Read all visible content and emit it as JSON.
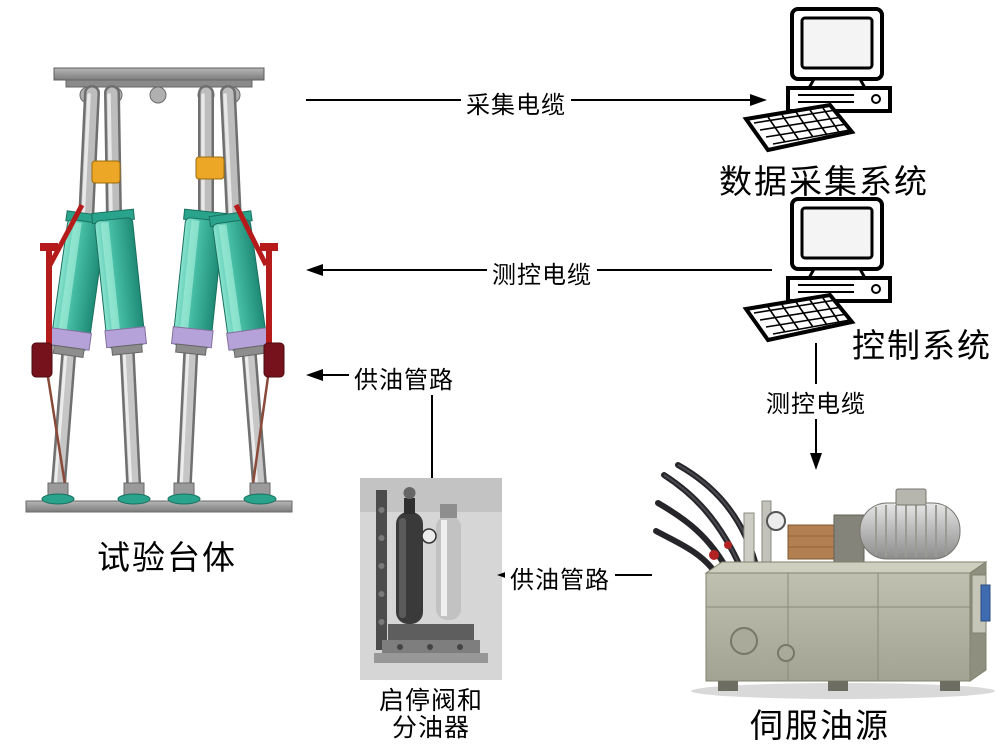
{
  "palette": {
    "background": "#ffffff",
    "line_color": "#000000",
    "cylinder_teal": "#3db8a0",
    "tank_gray_green": "#aeae9e"
  },
  "nodes": {
    "test_platform": {
      "label": "试验台体"
    },
    "data_acquisition": {
      "label": "数据采集系统"
    },
    "control_system": {
      "label": "控制系统"
    },
    "valve_distributor": {
      "label_line1": "启停阀和",
      "label_line2": "分油器"
    },
    "servo_oil_source": {
      "label": "伺服油源"
    }
  },
  "edges": {
    "acquisition_cable": {
      "label": "采集电缆",
      "from": "test_platform",
      "to": "data_acquisition",
      "arrow": "right"
    },
    "control_cable_to_platform": {
      "label": "测控电缆",
      "from": "control_system",
      "to": "test_platform",
      "arrow": "left"
    },
    "oil_supply_to_platform": {
      "label": "供油管路",
      "from": "valve_distributor",
      "to": "test_platform",
      "arrow": "left"
    },
    "control_cable_to_oil_source": {
      "label": "测控电缆",
      "from": "control_system",
      "to": "servo_oil_source",
      "arrow": "down"
    },
    "oil_supply_to_valve": {
      "label": "供油管路",
      "from": "servo_oil_source",
      "to": "valve_distributor",
      "arrow": "left"
    }
  }
}
